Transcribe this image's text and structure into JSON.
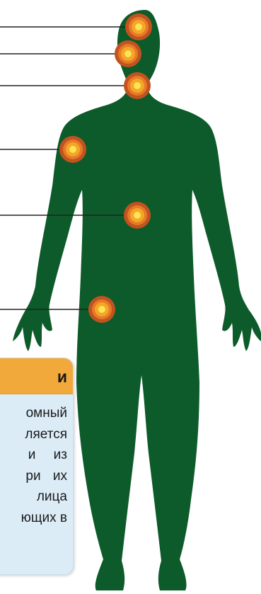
{
  "diagram": {
    "body_color": "#0d5b2a",
    "marker_outer_color": "#c1531f",
    "marker_inner_color": "#f5a623",
    "marker_core_color": "#fbe35b",
    "leader_line_color": "#222222",
    "markers": [
      "marker-head-top",
      "marker-head-side",
      "marker-neck",
      "marker-shoulder",
      "marker-chest",
      "marker-hip"
    ]
  },
  "info_box": {
    "title": "и",
    "header_color": "#f2a93b",
    "background_color": "#dcecf7",
    "lines": [
      "омный",
      "ляется",
      "и из",
      "ри их",
      "лица",
      "ющих в"
    ]
  }
}
